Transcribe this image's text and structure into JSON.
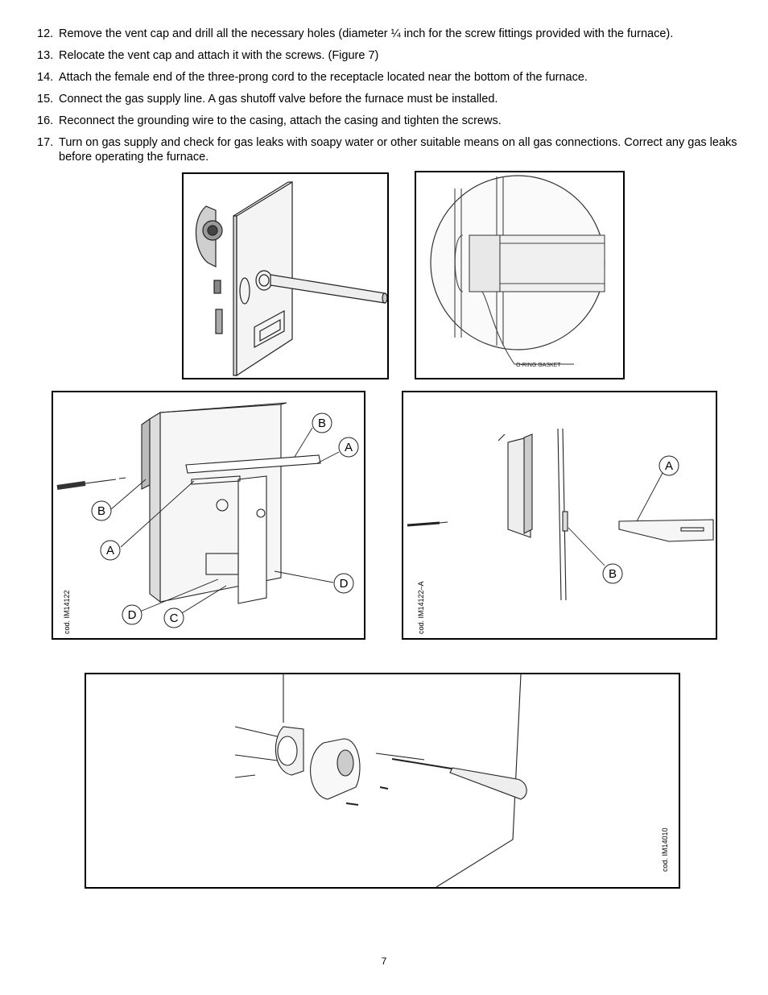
{
  "steps": [
    {
      "num": "12.",
      "text": "Remove the vent cap and drill all the necessary holes (diameter ¼ inch for the screw fittings provided with the furnace)."
    },
    {
      "num": "13.",
      "text": "Relocate the vent cap and attach it with the screws. (Figure 7)"
    },
    {
      "num": "14.",
      "text": "Attach the female end of the three-prong cord to the receptacle located near the bottom of the furnace."
    },
    {
      "num": "15.",
      "text": "Connect the gas supply line.  A gas shutoff valve before the furnace must be installed."
    },
    {
      "num": "16.",
      "text": "Reconnect the grounding wire to the casing, attach the casing and tighten the screws."
    },
    {
      "num": "17.",
      "text": "Turn on gas supply and check for gas leaks with soapy water or other suitable means on all gas connections.  Correct any gas leaks before operating the furnace."
    }
  ],
  "figures": {
    "o_ring_label": "O-RING GASKET",
    "bracket_front": {
      "callouts": [
        "B",
        "A",
        "B",
        "A",
        "D",
        "D",
        "C"
      ],
      "code": "cod. IM14122"
    },
    "bracket_side": {
      "callouts": [
        "A",
        "B"
      ],
      "code": "cod. IM14122–A"
    },
    "vent_cap": {
      "code": "cod. IM14010"
    }
  },
  "page_number": "7"
}
